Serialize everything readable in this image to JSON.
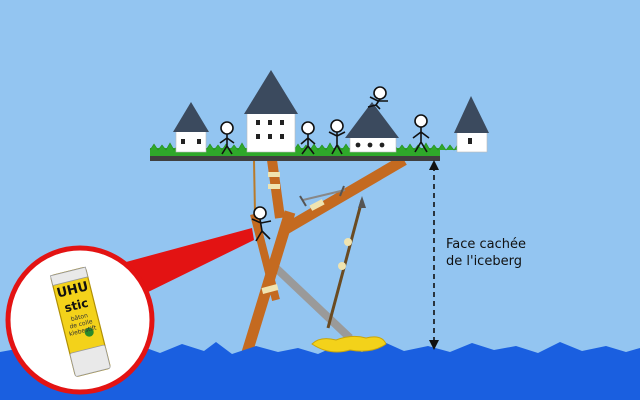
{
  "annotation": {
    "line1": "Face cachée",
    "line2": "de l'iceberg"
  },
  "glue_stick": {
    "brand": "UHU",
    "product": "stic",
    "label_lines": [
      "bâton",
      "de colle",
      "klebestift"
    ]
  },
  "colors": {
    "sky": "#93c5f1",
    "sea": "#1a5fe0",
    "grass": "#2fa82a",
    "beams": "#c46a20",
    "roof": "#3b4a5e",
    "callout": "#e31313",
    "glue_yellow": "#f3d21a"
  },
  "icons": [
    "house-icon",
    "stick-figure-icon",
    "glue-stick-icon",
    "double-arrow-icon",
    "arrow-icon"
  ]
}
